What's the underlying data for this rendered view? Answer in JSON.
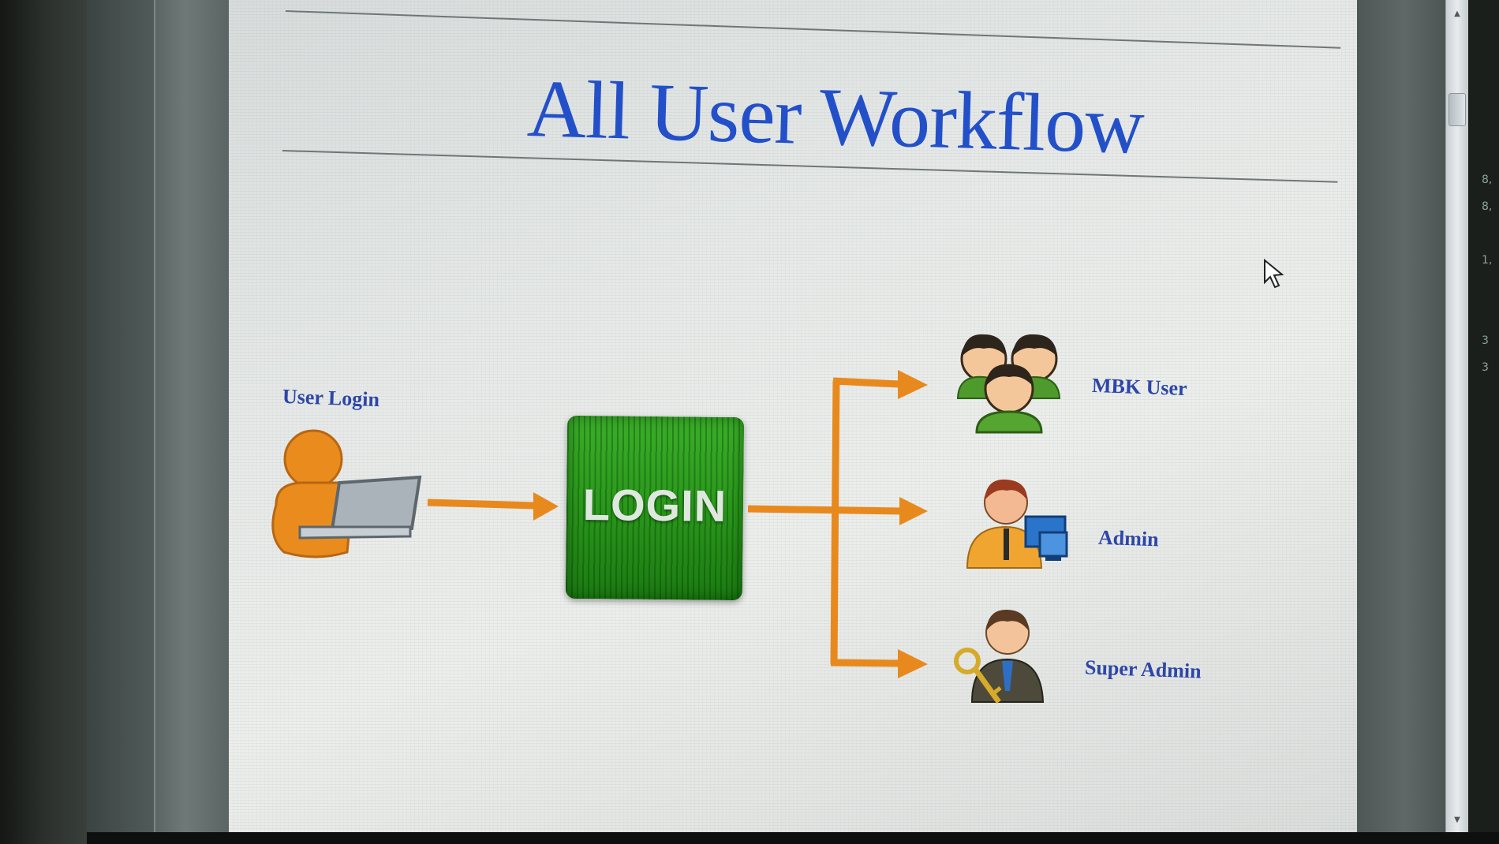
{
  "slide": {
    "title": "All User Workflow",
    "login_button": "LOGIN",
    "labels": {
      "user_login": "User Login",
      "mbk_user": "MBK User",
      "admin": "Admin",
      "super_admin": "Super Admin"
    }
  },
  "colors": {
    "title": "#2350c9",
    "labels": "#2d46a8",
    "arrow": "#e8891e",
    "login_box": "#2c9a1d"
  },
  "icons": [
    "user-laptop-icon",
    "user-group-icon",
    "admin-computer-icon",
    "super-admin-key-icon",
    "mouse-cursor-icon"
  ],
  "side_panel": {
    "numbers": [
      "8,",
      "8,",
      "",
      "1,",
      "",
      "",
      "3",
      "3"
    ]
  }
}
